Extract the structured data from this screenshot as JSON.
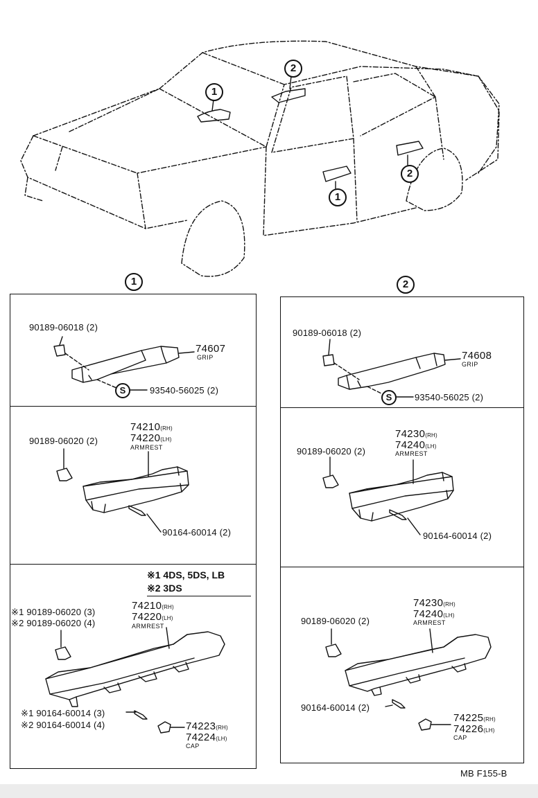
{
  "overview": {
    "callouts": {
      "one": "1",
      "two": "2"
    }
  },
  "sections": [
    {
      "label": "1"
    },
    {
      "label": "2"
    }
  ],
  "panels": {
    "left_top": {
      "clip": "90189-06018 (2)",
      "part_no": "74607",
      "part_name": "GRIP",
      "screw_mark": "S",
      "screw": "93540-56025 (2)"
    },
    "left_mid": {
      "clip": "90189-06020 (2)",
      "part_no_rh": "74210",
      "rh": "(RH)",
      "part_no_lh": "74220",
      "lh": "(LH)",
      "part_name": "ARMREST",
      "screw": "90164-60014 (2)"
    },
    "left_bottom": {
      "note1_mark": "※1",
      "note1_text": "4DS, 5DS, LB",
      "note2_mark": "※2",
      "note2_text": "3DS",
      "clip1": "※1 90189-06020 (3)",
      "clip2": "※2 90189-06020 (4)",
      "part_no_rh": "74210",
      "rh": "(RH)",
      "part_no_lh": "74220",
      "lh": "(LH)",
      "part_name": "ARMREST",
      "screw1": "※1 90164-60014 (3)",
      "screw2": "※2 90164-60014 (4)",
      "cap_rh": "74223",
      "cap_lh": "74224",
      "cap_name": "CAP"
    },
    "right_top": {
      "clip": "90189-06018 (2)",
      "part_no": "74608",
      "part_name": "GRIP",
      "screw_mark": "S",
      "screw": "93540-56025 (2)"
    },
    "right_mid": {
      "clip": "90189-06020 (2)",
      "part_no_rh": "74230",
      "rh": "(RH)",
      "part_no_lh": "74240",
      "lh": "(LH)",
      "part_name": "ARMREST",
      "screw": "90164-60014 (2)"
    },
    "right_bottom": {
      "clip": "90189-06020 (2)",
      "part_no_rh": "74230",
      "rh": "(RH)",
      "part_no_lh": "74240",
      "lh": "(LH)",
      "part_name": "ARMREST",
      "screw": "90164-60014 (2)",
      "cap_rh": "74225",
      "cap_lh": "74226",
      "cap_name": "CAP"
    }
  },
  "footer_code": "MB F155-B"
}
